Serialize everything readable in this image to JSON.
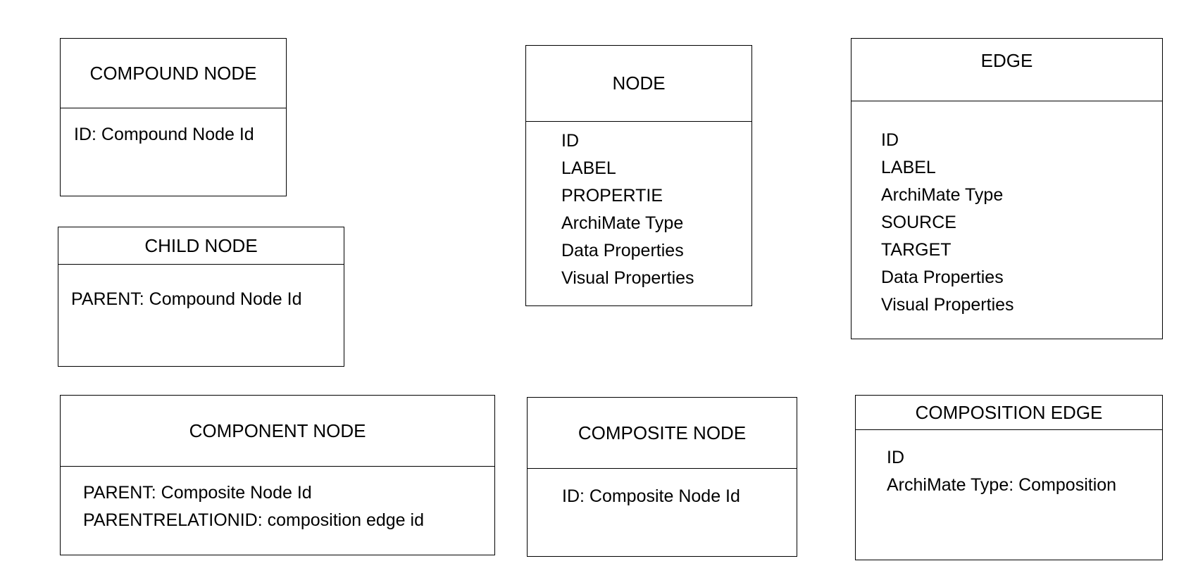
{
  "boxes": {
    "compound_node": {
      "title": "COMPOUND NODE",
      "attributes": [
        "ID: Compound Node Id"
      ]
    },
    "child_node": {
      "title": "CHILD NODE",
      "attributes": [
        "PARENT: Compound Node Id"
      ]
    },
    "component_node": {
      "title": "COMPONENT NODE",
      "attributes": [
        "PARENT: Composite Node Id",
        "PARENTRELATIONID: composition edge id"
      ]
    },
    "node": {
      "title": "NODE",
      "attributes": [
        "ID",
        "LABEL",
        "PROPERTIE",
        "ArchiMate Type",
        "Data Properties",
        "Visual Properties"
      ]
    },
    "composite_node": {
      "title": "COMPOSITE NODE",
      "attributes": [
        "ID: Composite Node Id"
      ]
    },
    "edge": {
      "title": "EDGE",
      "attributes": [
        "ID",
        "LABEL",
        "ArchiMate Type",
        "SOURCE",
        "TARGET",
        "Data Properties",
        "Visual Properties"
      ]
    },
    "composition_edge": {
      "title": "COMPOSITION EDGE",
      "attributes": [
        "ID",
        "ArchiMate Type: Composition"
      ]
    }
  }
}
